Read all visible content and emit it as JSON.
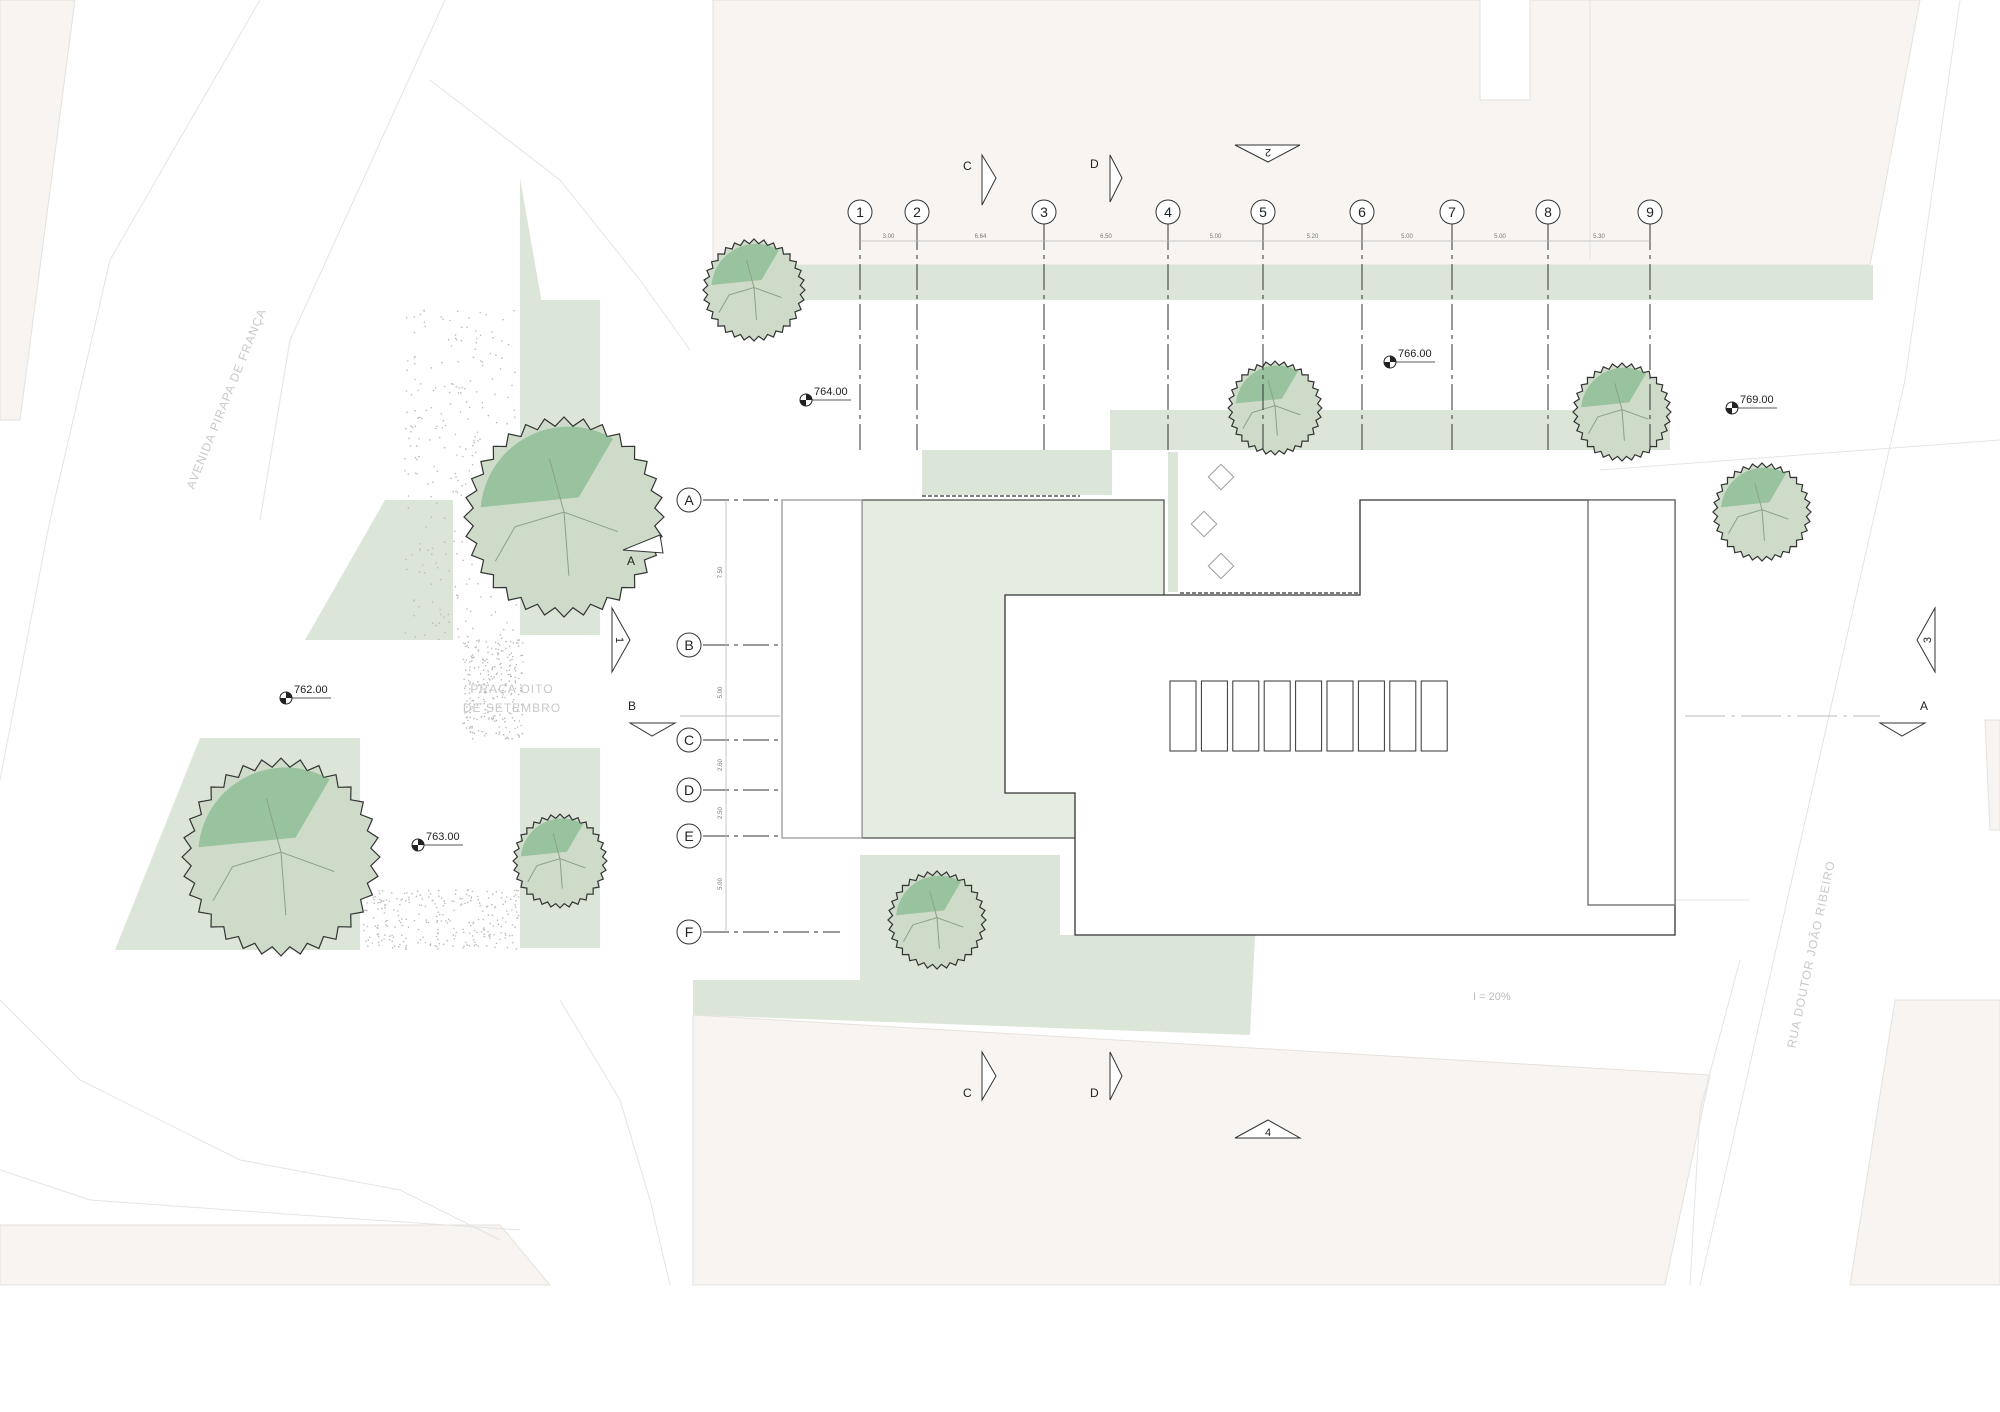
{
  "plan": {
    "elevations": [
      {
        "id": "e1",
        "value": "764.00"
      },
      {
        "id": "e2",
        "value": "766.00"
      },
      {
        "id": "e3",
        "value": "769.00"
      },
      {
        "id": "e4",
        "value": "762.00"
      },
      {
        "id": "e5",
        "value": "763.00"
      }
    ],
    "grid_columns": [
      "1",
      "2",
      "3",
      "4",
      "5",
      "6",
      "7",
      "8",
      "9"
    ],
    "grid_rows": [
      "A",
      "B",
      "C",
      "D",
      "E",
      "F"
    ],
    "column_dimensions": [
      "3.00",
      "6.64",
      "6.50",
      "5.00",
      "5.20",
      "5.00",
      "5.00",
      "5.30"
    ],
    "row_dimensions": [
      "7.50",
      "5.00",
      "2.60",
      "2.50",
      "5.00"
    ],
    "section_markers": {
      "c_top": "C",
      "d_top": "D",
      "c_bottom": "C",
      "d_bottom": "D",
      "a_left": "A",
      "a_right": "A",
      "b_left": "B"
    },
    "view_markers": {
      "top": "2",
      "bottom": "4",
      "left": "1",
      "right": "3"
    },
    "street_labels": {
      "avenue": "AVENIDA PIRAPA DE FRANÇA",
      "square_line1": "PRAÇA OITO",
      "square_line2": "DE SETEMBRO",
      "street": "RUA DOUTOR JOÃO RIBEIRO"
    },
    "slope": "I = 20%",
    "colors": {
      "block_fill": "#f7f4f1",
      "green_area": "#dce6d8",
      "tree_canopy": "#cddbc8",
      "tree_accent": "#5aa46a",
      "outline": "#333333"
    }
  }
}
